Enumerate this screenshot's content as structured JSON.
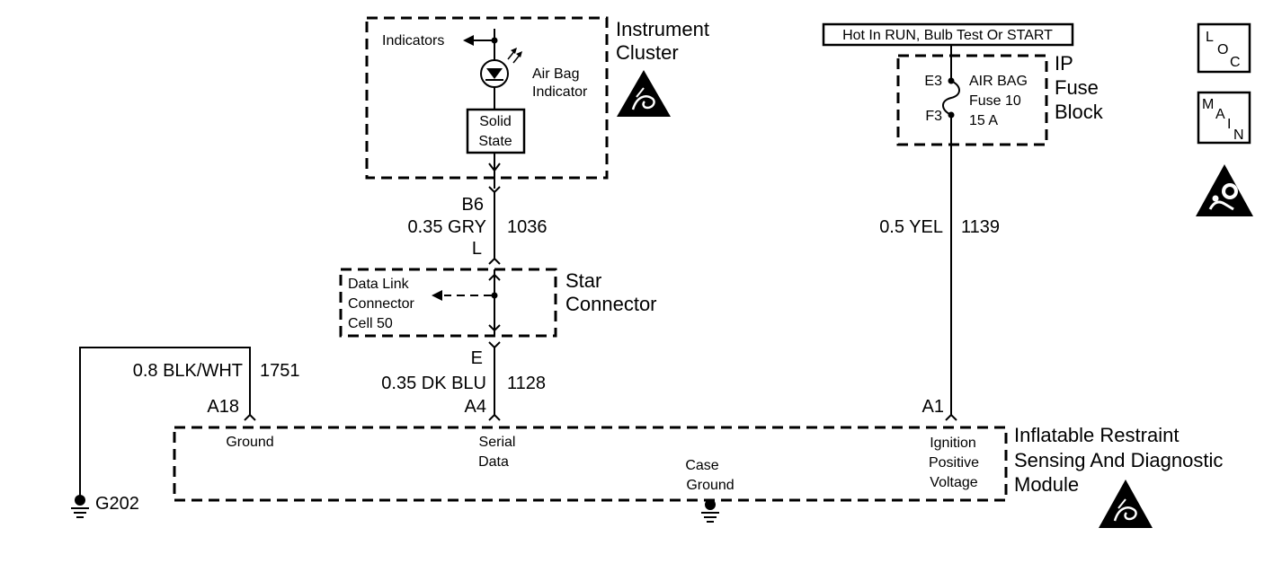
{
  "instrument_cluster": {
    "title": [
      "Instrument",
      "Cluster"
    ],
    "indicators_label": "Indicators",
    "airbag_indicator": [
      "Air Bag",
      "Indicator"
    ],
    "solid_state": [
      "Solid",
      "State"
    ]
  },
  "wire_1036": {
    "cavity_top": "B6",
    "gauge_color": "0.35 GRY",
    "circuit": "1036",
    "cavity_bottom": "L"
  },
  "star_connector": {
    "title": [
      "Star",
      "Connector"
    ],
    "dlc_label": [
      "Data Link",
      "Connector",
      "Cell 50"
    ]
  },
  "wire_1128": {
    "cavity_top": "E",
    "gauge_color": "0.35 DK BLU",
    "circuit": "1128",
    "pin": "A4"
  },
  "wire_1751": {
    "gauge_color": "0.8 BLK/WHT",
    "circuit": "1751",
    "pin": "A18"
  },
  "ground_g202": "G202",
  "power_label": "Hot In RUN, Bulb Test Or START",
  "fuse_block": {
    "title": [
      "IP",
      "Fuse",
      "Block"
    ],
    "pin_top": "E3",
    "pin_bottom": "F3",
    "fuse_label": [
      "AIR BAG",
      "Fuse 10",
      "15 A"
    ]
  },
  "wire_1139": {
    "gauge_color": "0.5 YEL",
    "circuit": "1139",
    "pin": "A1"
  },
  "sdm": {
    "title": [
      "Inflatable Restraint",
      "Sensing And Diagnostic",
      "Module"
    ],
    "ground_label": "Ground",
    "serial_label": [
      "Serial",
      "Data"
    ],
    "case_ground_label": [
      "Case",
      "Ground"
    ],
    "ignition_label": [
      "Ignition",
      "Positive",
      "Voltage"
    ]
  },
  "nav": {
    "loc": [
      "L",
      "O",
      "C"
    ],
    "main": [
      "M",
      "A",
      "I",
      "N"
    ]
  }
}
